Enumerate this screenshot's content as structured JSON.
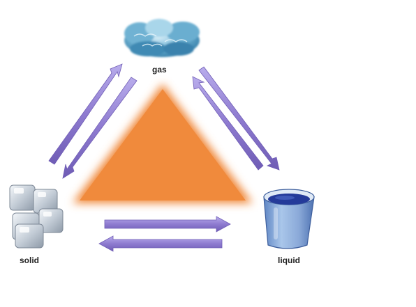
{
  "states": {
    "gas": "gas",
    "solid": "solid",
    "liquid": "liquid"
  },
  "icons": {
    "gas": "cloud-icon",
    "solid": "ice-cubes-icon",
    "liquid": "beaker-of-water-icon"
  },
  "colors": {
    "background": "#ffffff",
    "triangle": "#f08a3c",
    "arrow_fill": "#9f8fd6",
    "arrow_edge": "#6f5cb5",
    "cloud": "#5aa3c8",
    "ice": "#c9d3dc",
    "liquid_fill": "#243a9a",
    "beaker": "#8fb2dc",
    "label_text": "#222222"
  },
  "arrows": [
    {
      "from": "solid",
      "to": "gas"
    },
    {
      "from": "gas",
      "to": "solid"
    },
    {
      "from": "liquid",
      "to": "gas"
    },
    {
      "from": "gas",
      "to": "liquid"
    },
    {
      "from": "solid",
      "to": "liquid"
    },
    {
      "from": "liquid",
      "to": "solid"
    }
  ]
}
